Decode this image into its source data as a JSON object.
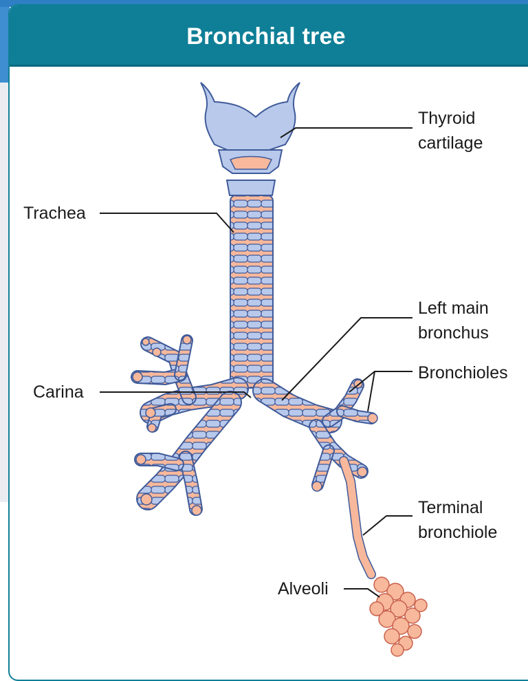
{
  "title": "Bronchial tree",
  "labels": {
    "thyroid_line1": "Thyroid",
    "thyroid_line2": "cartilage",
    "trachea": "Trachea",
    "left_main_line1": "Left main",
    "left_main_line2": "bronchus",
    "bronchioles": "Bronchioles",
    "carina": "Carina",
    "terminal_line1": "Terminal",
    "terminal_line2": "bronchiole",
    "alveoli": "Alveoli"
  },
  "colors": {
    "header": "#0f7f97",
    "cartilage_blue": "#b8c9ec",
    "tissue_pink": "#f7b89c",
    "outline": "#3f5a99"
  }
}
